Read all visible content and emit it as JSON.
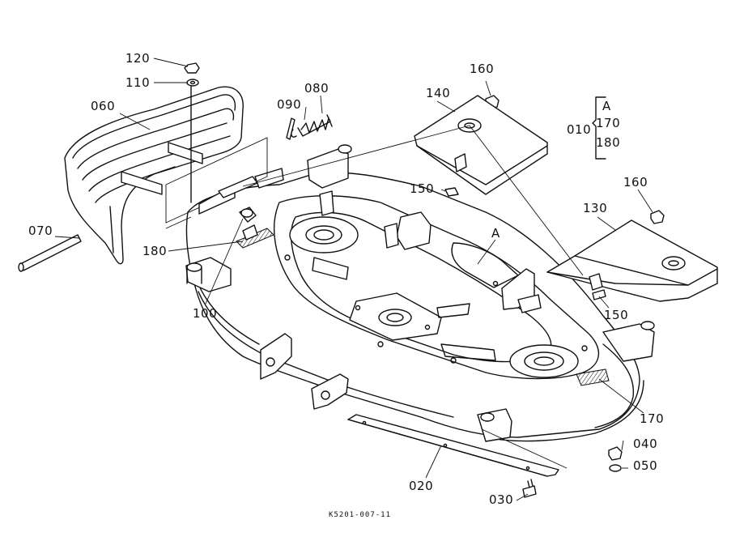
{
  "labels": {
    "p010": "010",
    "p020": "020",
    "p030": "030",
    "p040": "040",
    "p050": "050",
    "p060": "060",
    "p070": "070",
    "p080": "080",
    "p090": "090",
    "p100": "100",
    "p110": "110",
    "p120": "120",
    "p130": "130",
    "p140": "140",
    "p150a": "150",
    "p150b": "150",
    "p160a": "160",
    "p160b": "160",
    "p170": "170",
    "p180": "180",
    "markerA": "A",
    "kitA": "A",
    "kit170": "170",
    "kit180": "180"
  },
  "footer_code": "K5201-007-11"
}
